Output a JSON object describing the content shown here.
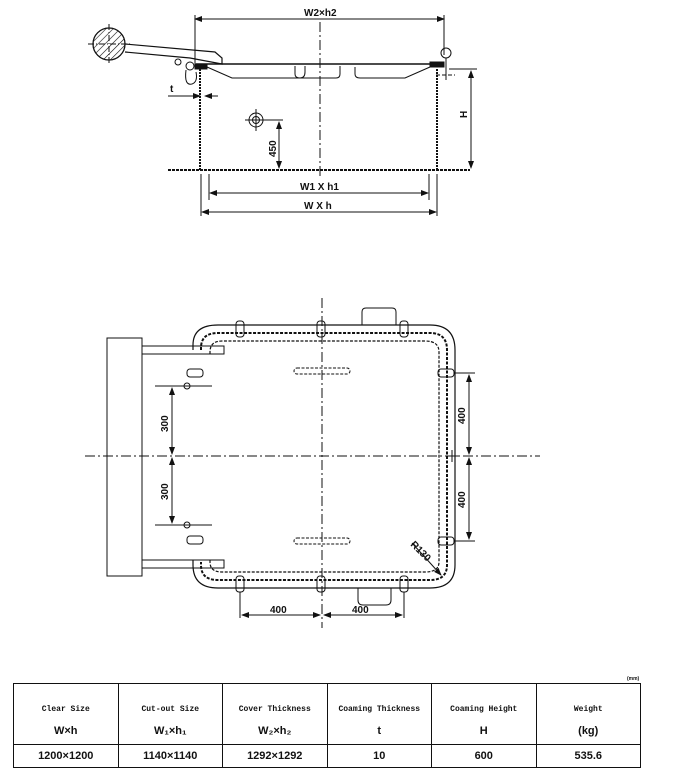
{
  "top_view": {
    "dim_cover": "W2×h2",
    "dim_thickness": "t",
    "dim_coaming_height": "H",
    "dim_vent_height": "450",
    "dim_cutout": "W1 X h1",
    "dim_clear": "W X h"
  },
  "plan_view": {
    "dim_left_upper": "300",
    "dim_left_lower": "300",
    "dim_right_upper": "400",
    "dim_right_lower": "400",
    "dim_bottom_left": "400",
    "dim_bottom_right": "400",
    "radius": "R130"
  },
  "table": {
    "unit": "(mm)",
    "headers": [
      "Clear Size",
      "Cut-out Size",
      "Cover Thickness",
      "Coaming Thickness",
      "Coaming Height",
      "Weight"
    ],
    "symbols": [
      "W×h",
      "W₁×h₁",
      "W₂×h₂",
      "t",
      "H",
      "(kg)"
    ],
    "rows": [
      [
        "1200×1200",
        "1140×1140",
        "1292×1292",
        "10",
        "600",
        "535.6"
      ]
    ]
  }
}
